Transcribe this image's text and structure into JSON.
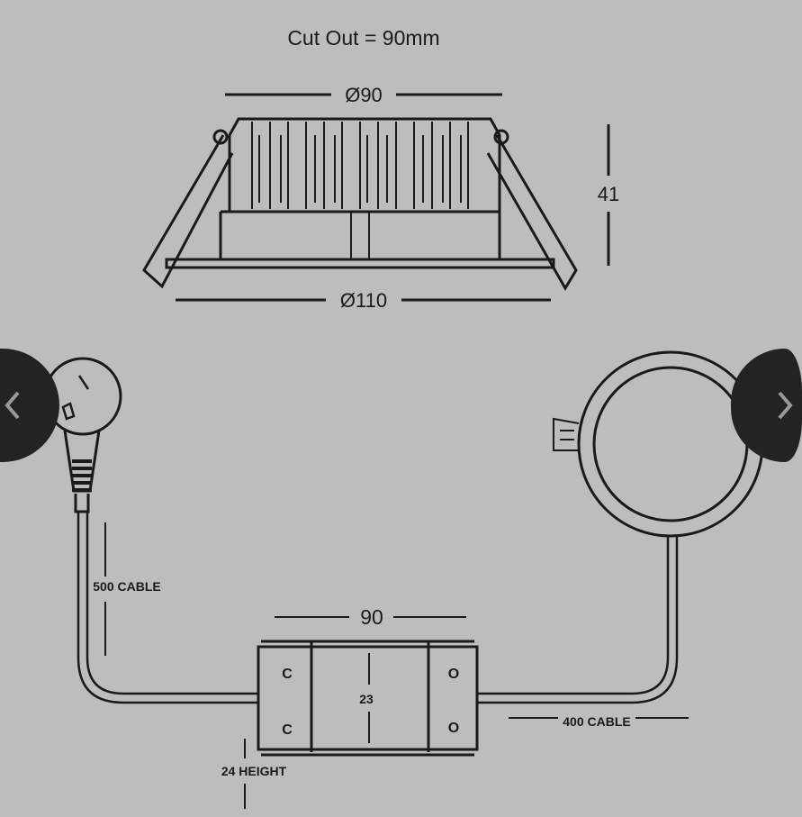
{
  "diagram": {
    "title": "Cut Out = 90mm",
    "top_diameter": "Ø90",
    "height": "41",
    "flange_diameter": "Ø110",
    "plug_cable": "500 CABLE",
    "driver_length": "90",
    "driver_width": "23",
    "light_cable": "400 CABLE",
    "driver_height": "24 HEIGHT",
    "driver_marks": [
      "C",
      "C",
      "O",
      "O"
    ]
  },
  "carousel": {
    "prev_icon": "chevron-left-icon",
    "next_icon": "chevron-right-icon"
  },
  "colors": {
    "background": "#bdbdbd",
    "line": "#1a1a1a",
    "button": "#232323",
    "arrow": "#9a9a9a"
  }
}
